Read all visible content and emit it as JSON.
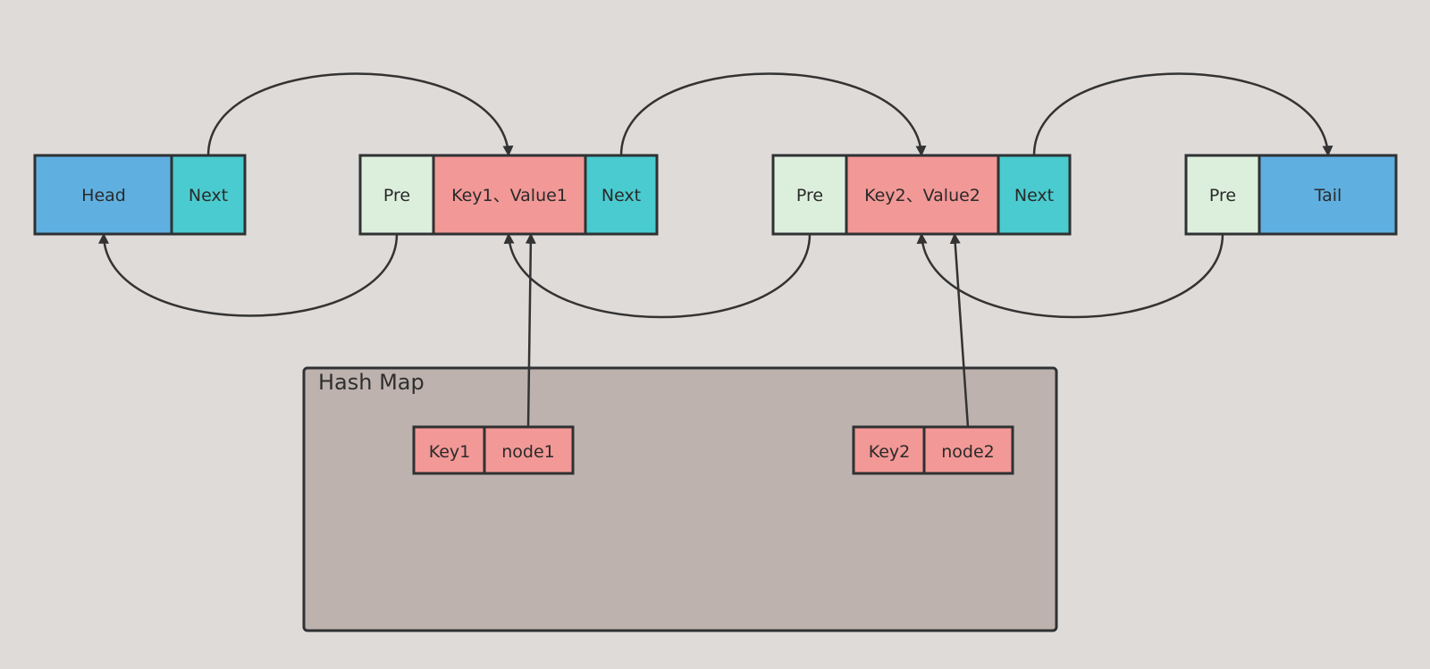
{
  "colors": {
    "background": "#dfdbd9",
    "head_tail": "#5fb0e0",
    "next": "#4acbcf",
    "pre": "#dcefdc",
    "kv": "#f29896",
    "hashmap": "#bdb2ae",
    "stroke": "#2f3133",
    "arrow": "#333333"
  },
  "nodes": {
    "head": {
      "head_label": "Head",
      "next_label": "Next"
    },
    "node1": {
      "pre_label": "Pre",
      "kv_label": "Key1、Value1",
      "next_label": "Next"
    },
    "node2": {
      "pre_label": "Pre",
      "kv_label": "Key2、Value2",
      "next_label": "Next"
    },
    "tail": {
      "pre_label": "Pre",
      "tail_label": "Tail"
    }
  },
  "hashmap": {
    "title": "Hash Map",
    "entries": [
      {
        "key": "Key1",
        "value": "node1"
      },
      {
        "key": "Key2",
        "value": "node2"
      }
    ]
  }
}
